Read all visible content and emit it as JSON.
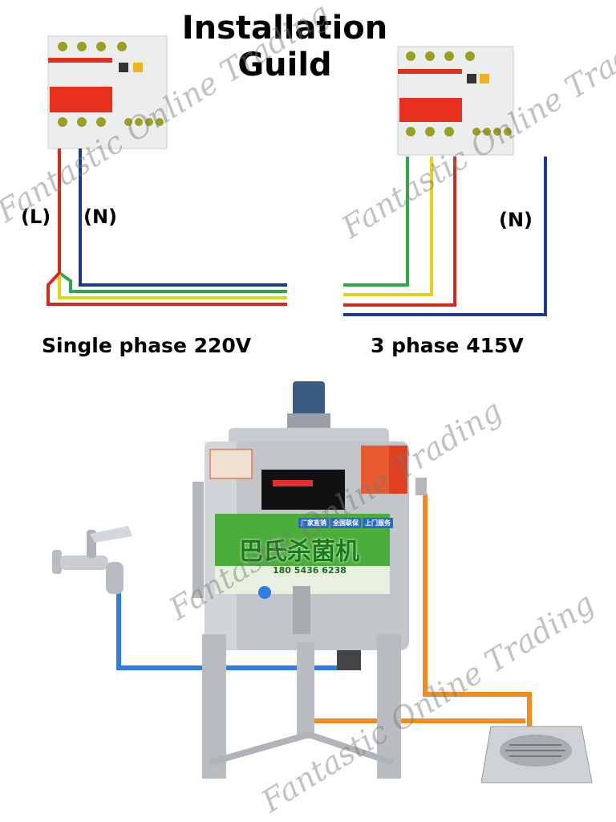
{
  "title": "Installation Guild",
  "left_diagram": {
    "label_l": "(L)",
    "label_n": "(N)",
    "caption": "Single phase 220V"
  },
  "right_diagram": {
    "label_n": "(N)",
    "caption": "3 phase 415V"
  },
  "machine_label": {
    "name": "巴氏杀菌机",
    "badges": [
      "厂家直销",
      "全国联保",
      "上门服务"
    ],
    "hotline": "180 5436 6238"
  },
  "watermark": "Fantastic Online Trading",
  "colors": {
    "live": "#d42a1e",
    "neutral": "#1a3a8c",
    "earth": "#2fa84a",
    "yellow": "#e6d21a",
    "water_in": "#2f7de0",
    "drain": "#f28a1e"
  }
}
